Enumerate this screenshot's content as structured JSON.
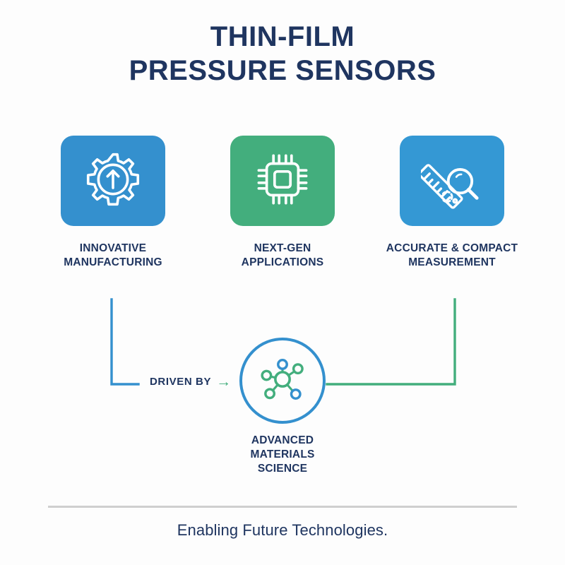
{
  "title": {
    "line1": "THIN-FILM",
    "line2": "PRESSURE SENSORS"
  },
  "cards": [
    {
      "icon": "gear-up-arrow-icon",
      "bg": "#3490ce",
      "label_line1": "INNOVATIVE",
      "label_line2": "MANUFACTURING"
    },
    {
      "icon": "microchip-icon",
      "bg": "#43ae7d",
      "label_line1": "NEXT-GEN",
      "label_line2": "APPLICATIONS"
    },
    {
      "icon": "ruler-magnifier-icon",
      "bg": "#3498d4",
      "label_line1": "ACCURATE & COMPACT",
      "label_line2": "MEASUREMENT"
    }
  ],
  "connector": {
    "driven_by_label": "DRIVEN BY",
    "arrow_glyph": "→",
    "left_line_color": "#3490ce",
    "right_line_color": "#43ae7d"
  },
  "hub": {
    "icon": "molecule-network-icon",
    "ring_color": "#3490ce",
    "label_line1": "ADVANCED",
    "label_line2": "MATERIALS",
    "label_line3": "SCIENCE"
  },
  "footer": {
    "tagline": "Enabling Future Technologies.",
    "divider_color": "#cfcfcf"
  },
  "theme": {
    "navy": "#1f3560",
    "blue": "#3490ce",
    "green": "#43ae7d",
    "background": "#fdfdfd"
  }
}
